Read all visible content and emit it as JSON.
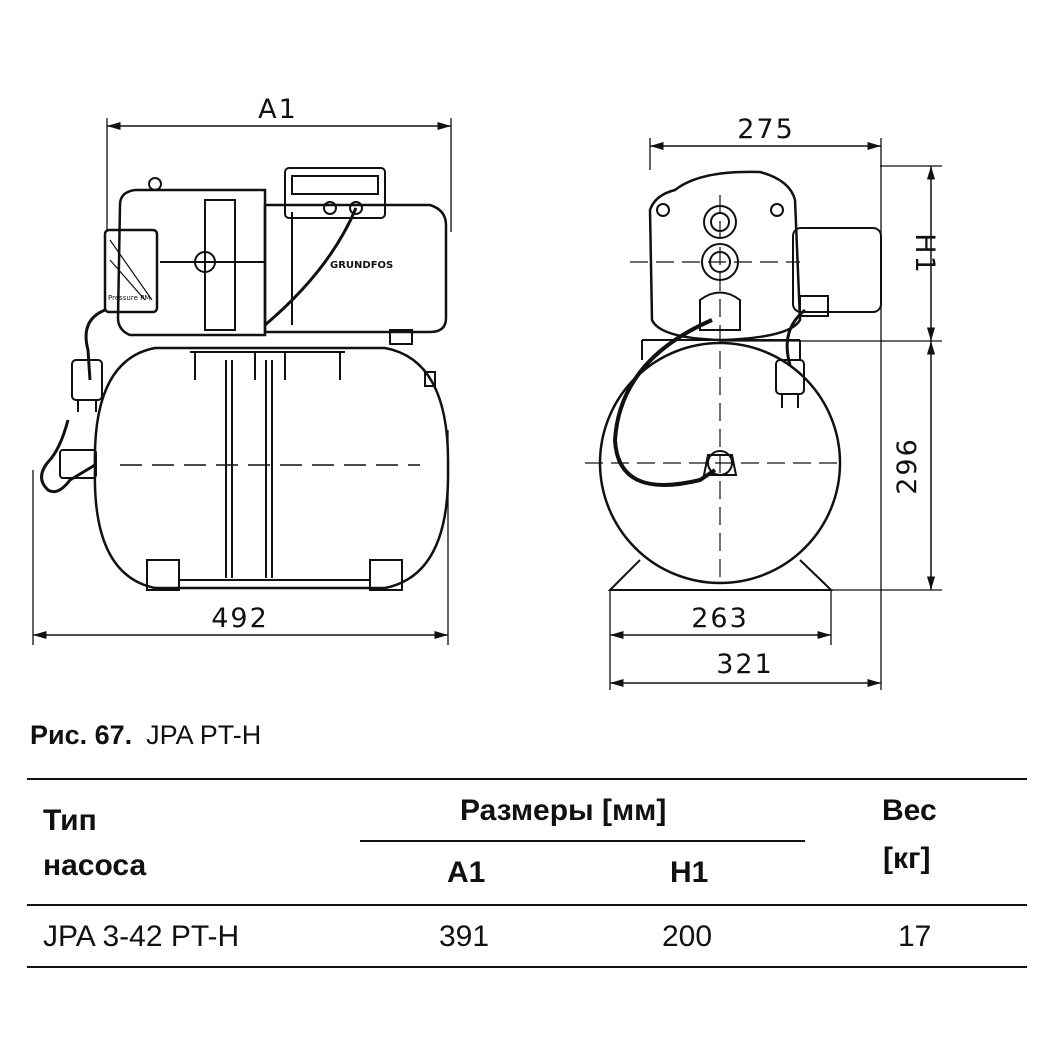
{
  "drawing": {
    "front_width_label": "A1",
    "front_base_label": "492",
    "side_width_label": "275",
    "side_height_top_label": "H1",
    "side_height_bottom_label": "296",
    "side_base_inner_label": "263",
    "side_base_outer_label": "321",
    "brand_mark": "GRUNDFOS",
    "switch_label": "Pressure PM"
  },
  "caption": {
    "number": "Рис. 67.",
    "title": "JPA PT-H"
  },
  "table": {
    "col_type_line1": "Тип",
    "col_type_line2": "насоса",
    "col_dims": "Размеры [мм]",
    "col_a1": "A1",
    "col_h1": "H1",
    "col_weight_line1": "Вес",
    "col_weight_line2": "[кг]",
    "rows": [
      {
        "type": "JPA 3-42 PT-H",
        "a1": "391",
        "h1": "200",
        "weight": "17"
      }
    ]
  }
}
